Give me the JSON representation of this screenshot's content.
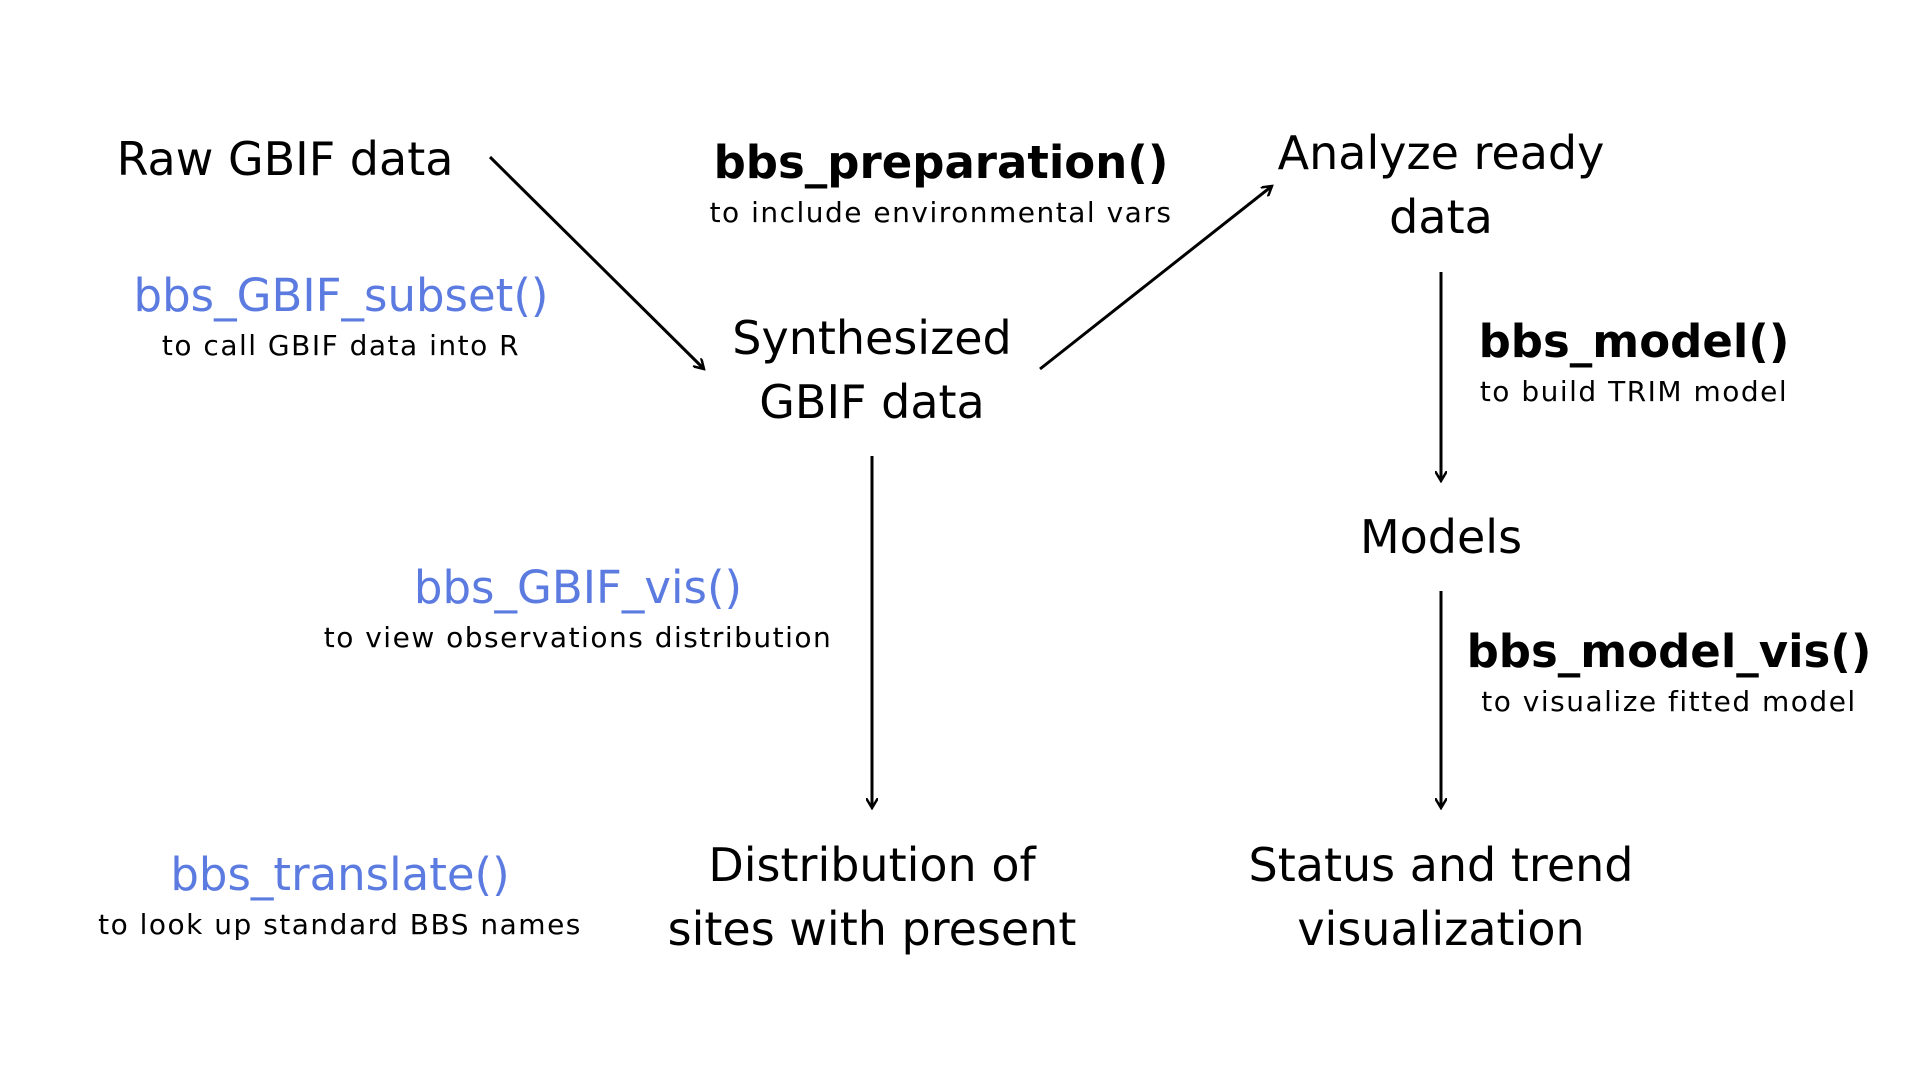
{
  "colors": {
    "background": "#ffffff",
    "text": "#000000",
    "function_blue": "#5b7be0",
    "function_black": "#000000",
    "arrow": "#000000"
  },
  "nodes": {
    "raw_gbif": "Raw GBIF data",
    "synthesized": [
      "Synthesized",
      "GBIF data"
    ],
    "analyze_ready": [
      "Analyze ready",
      "data"
    ],
    "models": "Models",
    "distribution": [
      "Distribution of",
      "sites with present"
    ],
    "status_trend": [
      "Status and trend",
      "visualization"
    ]
  },
  "functions": {
    "gbif_subset": {
      "name": "bbs_GBIF_subset()",
      "desc": "to call GBIF data into R",
      "color": "blue"
    },
    "preparation": {
      "name": "bbs_preparation()",
      "desc": "to include environmental vars",
      "color": "black"
    },
    "model": {
      "name": "bbs_model()",
      "desc": "to build TRIM model",
      "color": "black"
    },
    "gbif_vis": {
      "name": "bbs_GBIF_vis()",
      "desc": "to view observations distribution",
      "color": "blue"
    },
    "model_vis": {
      "name": "bbs_model_vis()",
      "desc": "to visualize fitted model",
      "color": "black"
    },
    "translate": {
      "name": "bbs_translate()",
      "desc": "to look up standard BBS names",
      "color": "blue"
    }
  },
  "edges": [
    {
      "from": "raw_gbif",
      "to": "synthesized"
    },
    {
      "from": "synthesized",
      "to": "analyze_ready"
    },
    {
      "from": "analyze_ready",
      "to": "models"
    },
    {
      "from": "synthesized",
      "to": "distribution"
    },
    {
      "from": "models",
      "to": "status_trend"
    }
  ]
}
